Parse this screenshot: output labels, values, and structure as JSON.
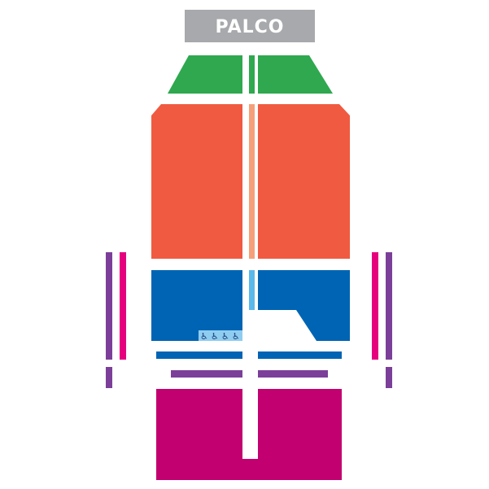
{
  "stage": {
    "label": "PALCO",
    "color": "#a7a9ac"
  },
  "sections": [
    {
      "id": "green",
      "color": "#2fa84f"
    },
    {
      "id": "orange",
      "color": "#f05a40"
    },
    {
      "id": "blue",
      "color": "#0064b4"
    },
    {
      "id": "light-blue-aisle",
      "color": "#5bb8ea"
    },
    {
      "id": "magenta",
      "color": "#c3006f"
    },
    {
      "id": "purple",
      "color": "#7b3f99"
    },
    {
      "id": "pink",
      "color": "#e6007e"
    },
    {
      "id": "orange-aisle",
      "color": "#f5a07a"
    }
  ],
  "accessibility": {
    "icon": "wheelchair-icon",
    "count": 4,
    "color": "#8fcdf0"
  }
}
